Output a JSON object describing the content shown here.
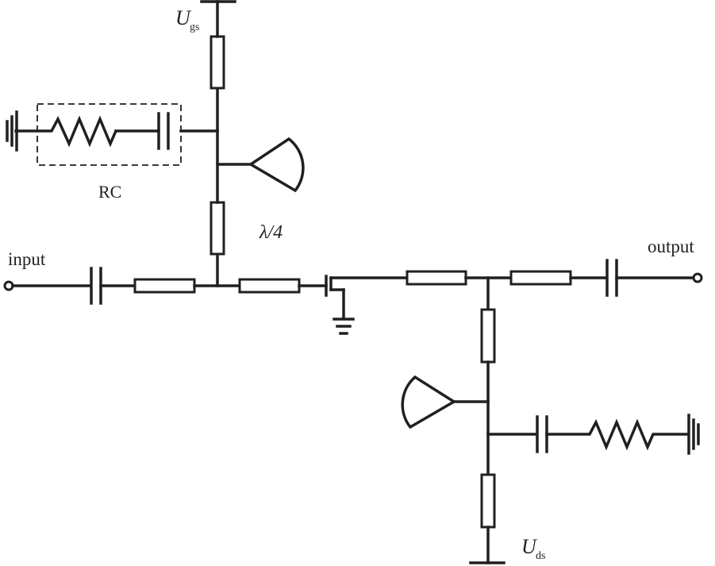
{
  "labels": {
    "input": "input",
    "output": "output",
    "rc": "RC",
    "lambda": "λ/4",
    "ugs_main": "U",
    "ugs_sub": "gs",
    "uds_main": "U",
    "uds_sub": "ds"
  },
  "colors": {
    "line": "#231f20",
    "background": "#ffffff"
  }
}
